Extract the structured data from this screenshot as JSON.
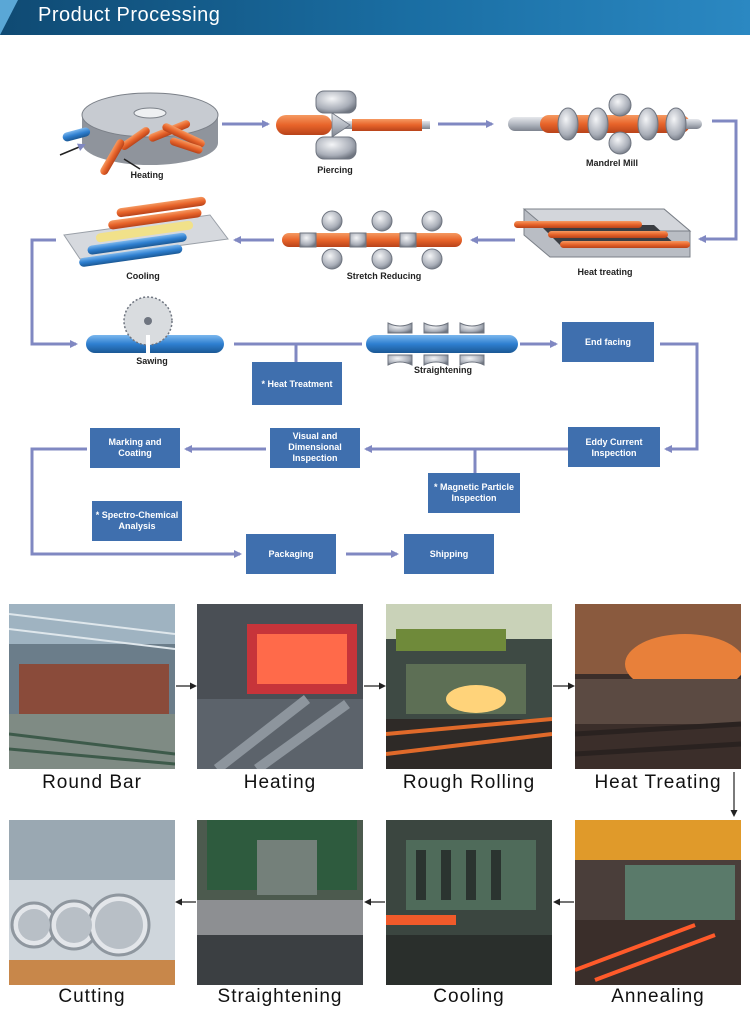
{
  "header": {
    "title": "Product Processing"
  },
  "flow": {
    "heating": "Heating",
    "piercing": "Piercing",
    "mandrel_mill": "Mandrel Mill",
    "cooling": "Cooling",
    "stretch_reducing": "Stretch Reducing",
    "heat_treating": "Heat treating",
    "sawing": "Sawing",
    "straightening": "Straightening",
    "end_facing": "End facing",
    "heat_treatment_note": "* Heat Treatment",
    "eddy_current": [
      "Eddy Current",
      "Inspection"
    ],
    "visual_dimensional": [
      "Visual and",
      "Dimensional",
      "Inspection"
    ],
    "marking_coating": [
      "Marking and",
      "Coating"
    ],
    "magnetic_particle": [
      "* Magnetic Particle",
      "Inspection"
    ],
    "spectro_chemical": [
      "* Spectro-Chemical",
      "Analysis"
    ],
    "packaging": "Packaging",
    "shipping": "Shipping"
  },
  "photos": [
    {
      "label": "Round Bar"
    },
    {
      "label": "Heating"
    },
    {
      "label": "Rough Rolling"
    },
    {
      "label": "Heat Treating"
    },
    {
      "label": "Cutting"
    },
    {
      "label": "Straightening"
    },
    {
      "label": "Cooling"
    },
    {
      "label": "Annealing"
    }
  ],
  "colors": {
    "box_fill": "#3f6fae",
    "arrow": "#8088c2",
    "hot_pipe": "#e8642a",
    "cool_pipe": "#2e7fd0"
  }
}
